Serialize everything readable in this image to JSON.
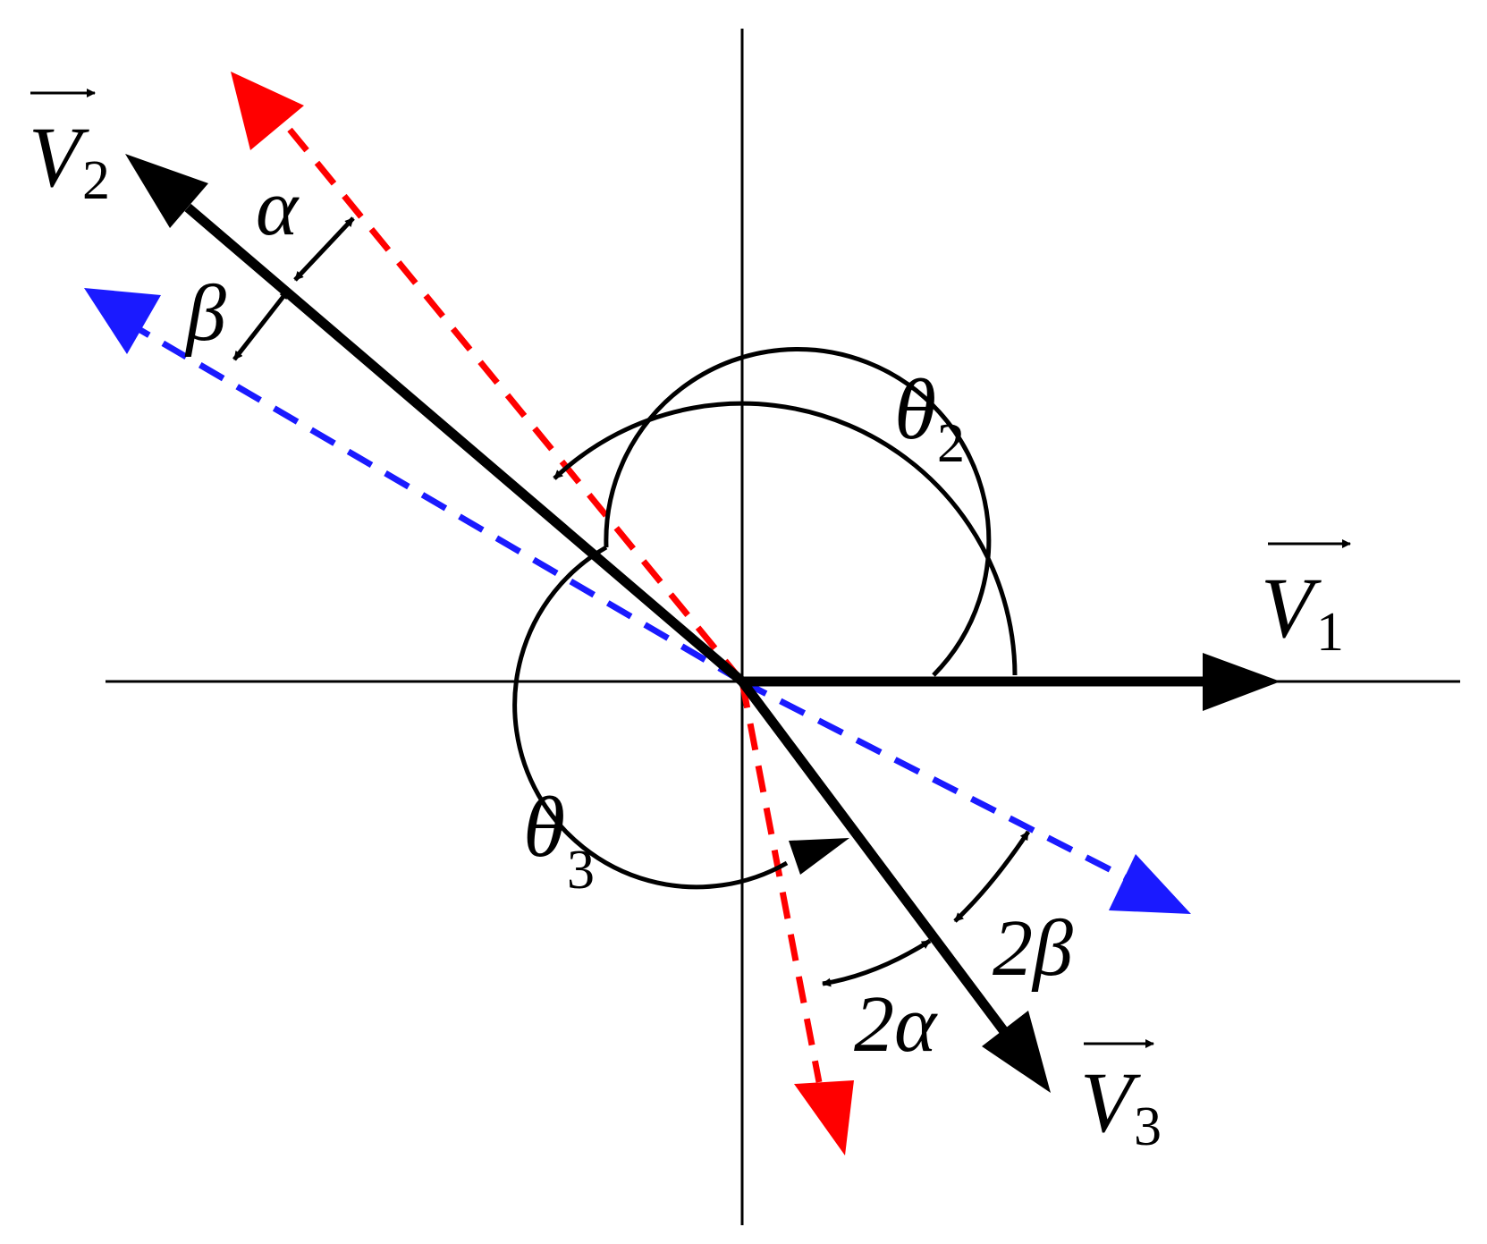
{
  "colors": {
    "vector": "#000000",
    "red_dashed": "#ff0000",
    "blue_dashed": "#1a1aff",
    "axis": "#000000"
  },
  "labels": {
    "v1": {
      "main": "V",
      "sub": "1"
    },
    "v2": {
      "main": "V",
      "sub": "2"
    },
    "v3": {
      "main": "V",
      "sub": "3"
    },
    "theta2": {
      "main": "θ",
      "sub": "2"
    },
    "theta3": {
      "main": "θ",
      "sub": "3"
    },
    "alpha": "α",
    "beta": "β",
    "two_alpha": "2α",
    "two_beta": "2β"
  }
}
